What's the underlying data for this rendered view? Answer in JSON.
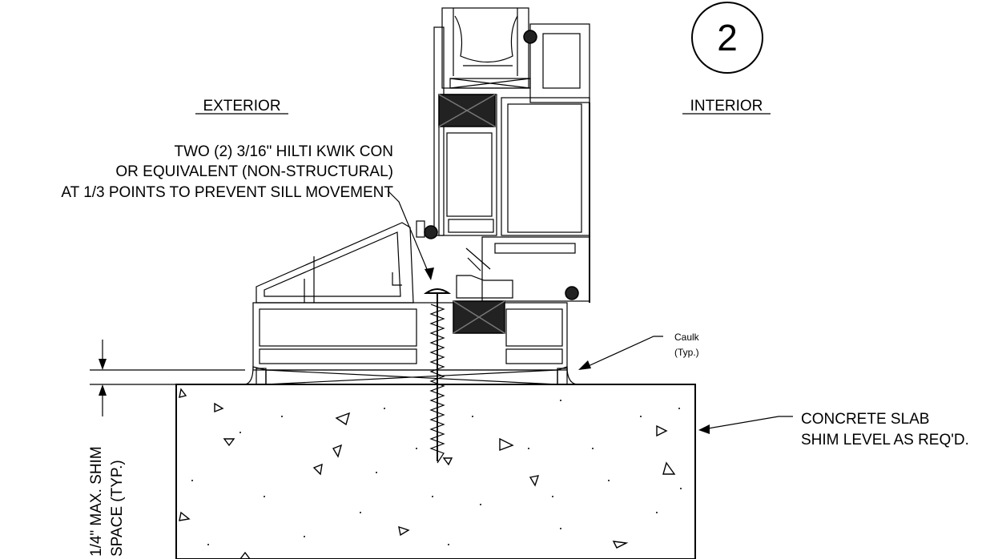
{
  "detail_number": "2",
  "labels": {
    "exterior": "EXTERIOR",
    "interior": "INTERIOR",
    "anchor_note": [
      "TWO (2) 3/16\" HILTI KWIK CON",
      "OR EQUIVALENT (NON-STRUCTURAL)",
      "AT 1/3 POINTS TO PREVENT SILL MOVEMENT"
    ],
    "caulk": [
      "Caulk",
      "(Typ.)"
    ],
    "slab_note": [
      "CONCRETE SLAB",
      "SHIM LEVEL AS REQ'D."
    ],
    "shim_note": [
      "1/4\" MAX. SHIM",
      "SPACE (TYP.)"
    ]
  },
  "colors": {
    "line": "#000000",
    "gasket": "#222222",
    "background": "#ffffff"
  }
}
